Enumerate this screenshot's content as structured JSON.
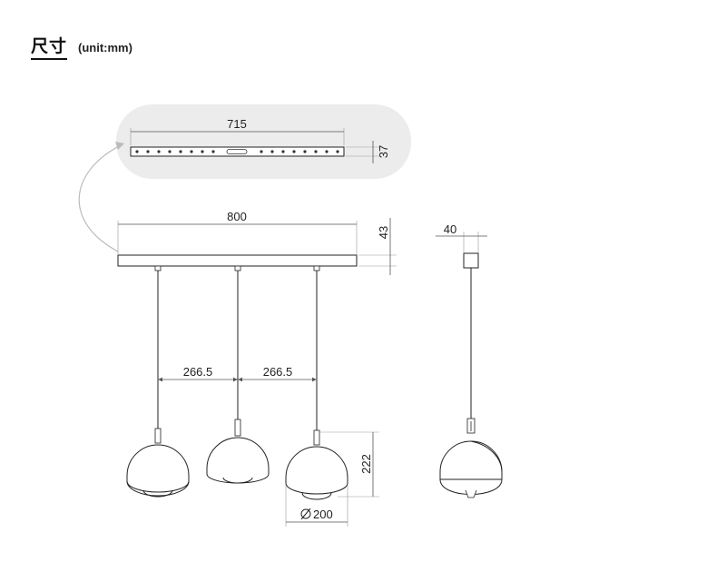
{
  "header": {
    "title": "尺寸",
    "unit": "(unit:mm)"
  },
  "dimensions": {
    "bracket_length": "715",
    "bracket_height": "37",
    "canopy_length": "800",
    "canopy_height": "43",
    "spacing_left": "266.5",
    "spacing_right": "266.5",
    "shade_height": "222",
    "shade_diameter": "200",
    "side_canopy_width": "40"
  },
  "colors": {
    "line": "#222222",
    "dimension": "#555555",
    "callout_bg": "#ececec"
  }
}
